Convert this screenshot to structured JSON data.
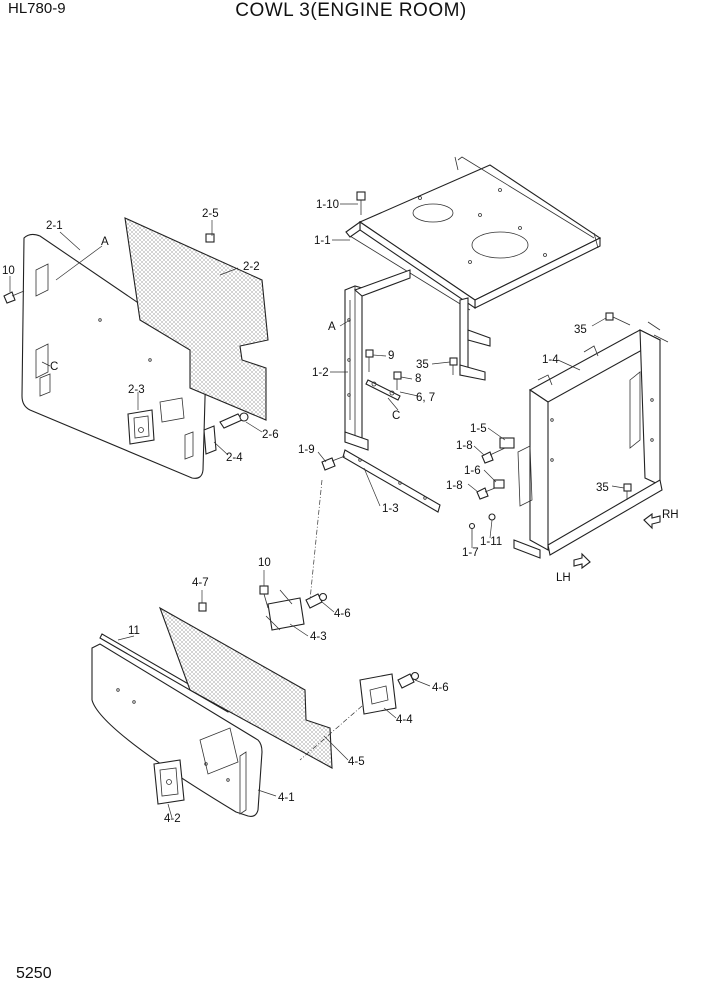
{
  "header": {
    "model": "HL780-9",
    "title": "COWL 3(ENGINE ROOM)"
  },
  "page_number": "5250",
  "callouts": [
    {
      "id": "c-1-10",
      "text": "1-10"
    },
    {
      "id": "c-1-1",
      "text": "1-1"
    },
    {
      "id": "c-2-5",
      "text": "2-5"
    },
    {
      "id": "c-2-1",
      "text": "2-1"
    },
    {
      "id": "c-A1",
      "text": "A"
    },
    {
      "id": "c-2-2",
      "text": "2-2"
    },
    {
      "id": "c-10a",
      "text": "10"
    },
    {
      "id": "c-A2",
      "text": "A"
    },
    {
      "id": "c-35a",
      "text": "35"
    },
    {
      "id": "c-1-4",
      "text": "1-4"
    },
    {
      "id": "c-C1",
      "text": "C"
    },
    {
      "id": "c-9",
      "text": "9"
    },
    {
      "id": "c-35b",
      "text": "35"
    },
    {
      "id": "c-1-2",
      "text": "1-2"
    },
    {
      "id": "c-8",
      "text": "8"
    },
    {
      "id": "c-6-7",
      "text": "6, 7"
    },
    {
      "id": "c-C2",
      "text": "C"
    },
    {
      "id": "c-2-3",
      "text": "2-3"
    },
    {
      "id": "c-2-6",
      "text": "2-6"
    },
    {
      "id": "c-2-4",
      "text": "2-4"
    },
    {
      "id": "c-1-5",
      "text": "1-5"
    },
    {
      "id": "c-1-8a",
      "text": "1-8"
    },
    {
      "id": "c-1-9",
      "text": "1-9"
    },
    {
      "id": "c-1-6",
      "text": "1-6"
    },
    {
      "id": "c-1-8b",
      "text": "1-8"
    },
    {
      "id": "c-35c",
      "text": "35"
    },
    {
      "id": "c-1-3",
      "text": "1-3"
    },
    {
      "id": "c-RH",
      "text": "RH"
    },
    {
      "id": "c-1-11",
      "text": "1-11"
    },
    {
      "id": "c-1-7",
      "text": "1-7"
    },
    {
      "id": "c-LH",
      "text": "LH"
    },
    {
      "id": "c-10b",
      "text": "10"
    },
    {
      "id": "c-4-7",
      "text": "4-7"
    },
    {
      "id": "c-4-6a",
      "text": "4-6"
    },
    {
      "id": "c-11",
      "text": "11"
    },
    {
      "id": "c-4-3",
      "text": "4-3"
    },
    {
      "id": "c-4-6b",
      "text": "4-6"
    },
    {
      "id": "c-4-4",
      "text": "4-4"
    },
    {
      "id": "c-4-5",
      "text": "4-5"
    },
    {
      "id": "c-4-1",
      "text": "4-1"
    },
    {
      "id": "c-4-2",
      "text": "4-2"
    }
  ]
}
